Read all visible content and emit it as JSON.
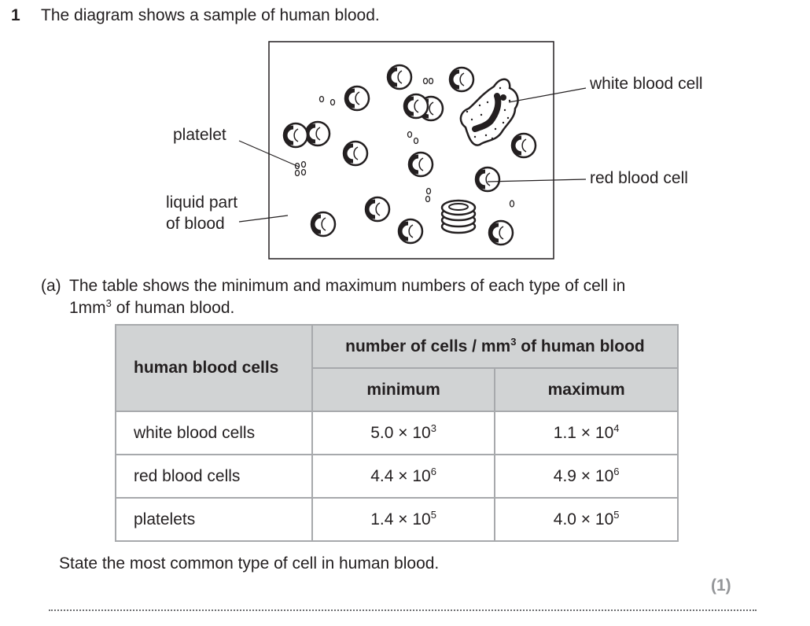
{
  "question": {
    "number": "1",
    "intro": "The diagram shows a sample of human blood."
  },
  "diagram": {
    "labels": {
      "white_blood_cell": "white blood cell",
      "platelet": "platelet",
      "red_blood_cell": "red blood cell",
      "liquid_part_line1": "liquid part",
      "liquid_part_line2": "of blood"
    }
  },
  "part_a": {
    "tag": "(a)",
    "text_line1": "The table shows the minimum and maximum numbers of each type of cell in",
    "text_line2_pre": "1mm",
    "text_line2_sup": "3",
    "text_line2_post": " of human blood."
  },
  "table": {
    "header_cells": "human blood cells",
    "header_number_pre": "number of cells / mm",
    "header_number_sup": "3",
    "header_number_post": " of human blood",
    "header_min": "minimum",
    "header_max": "maximum",
    "rows": [
      {
        "name": "white blood cells",
        "min_base": "5.0 × 10",
        "min_exp": "3",
        "max_base": "1.1 × 10",
        "max_exp": "4"
      },
      {
        "name": "red blood cells",
        "min_base": "4.4 × 10",
        "min_exp": "6",
        "max_base": "4.9 × 10",
        "max_exp": "6"
      },
      {
        "name": "platelets",
        "min_base": "1.4 × 10",
        "min_exp": "5",
        "max_base": "4.0 × 10",
        "max_exp": "5"
      }
    ]
  },
  "prompt": "State the most common type of cell in human blood.",
  "marks": "(1)"
}
